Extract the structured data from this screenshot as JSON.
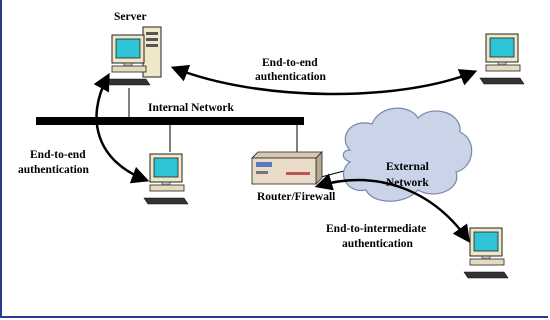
{
  "labels": {
    "server": "Server",
    "internal_network": "Internal Network",
    "router_firewall": "Router/Firewall",
    "external": "External",
    "network": "Network",
    "e2e_top_line1": "End-to-end",
    "e2e_top_line2": "authentication",
    "e2e_left_line1": "End-to-end",
    "e2e_left_line2": "authentication",
    "e2i_line1": "End-to-intermediate",
    "e2i_line2": "authentication"
  },
  "colors": {
    "frame": "#2a3b8f",
    "screen": "#2ec4d6",
    "cloud": "#c9d4e8",
    "device": "#efe8c8",
    "router": "#e8dcc9"
  }
}
